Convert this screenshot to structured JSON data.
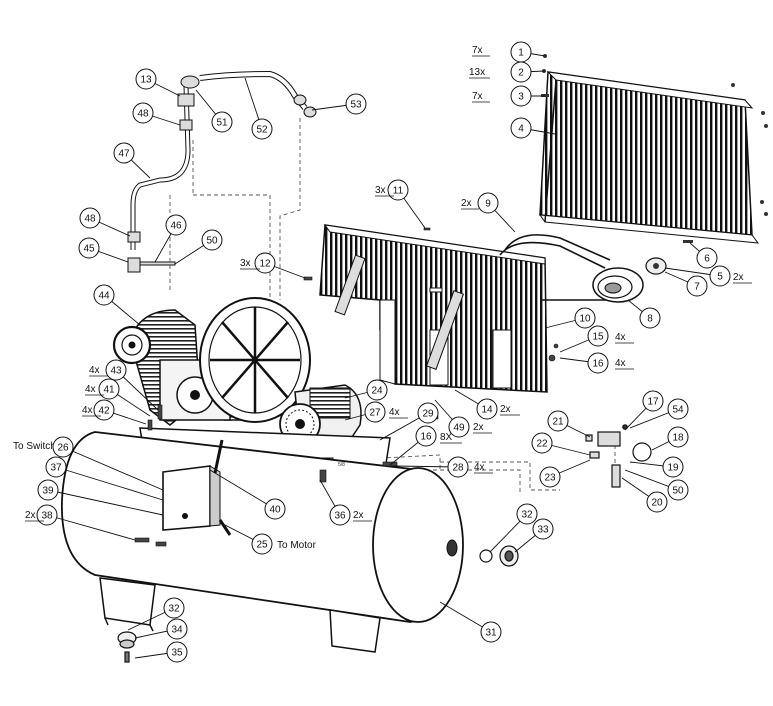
{
  "labels": {
    "to_switch": "To Switch",
    "to_motor": "To Motor",
    "small_tag": "5/8"
  },
  "callouts": [
    {
      "num": "1",
      "qty": "7x"
    },
    {
      "num": "2",
      "qty": "13x"
    },
    {
      "num": "3",
      "qty": "7x"
    },
    {
      "num": "4",
      "qty": ""
    },
    {
      "num": "5",
      "qty": "2x"
    },
    {
      "num": "6",
      "qty": ""
    },
    {
      "num": "7",
      "qty": ""
    },
    {
      "num": "8",
      "qty": ""
    },
    {
      "num": "9",
      "qty": "2x"
    },
    {
      "num": "10",
      "qty": ""
    },
    {
      "num": "11",
      "qty": "3x"
    },
    {
      "num": "12",
      "qty": "3x"
    },
    {
      "num": "13",
      "qty": ""
    },
    {
      "num": "14",
      "qty": "2x"
    },
    {
      "num": "15",
      "qty": "4x"
    },
    {
      "num": "16",
      "qty": "4x"
    },
    {
      "num": "16",
      "qty": "8X"
    },
    {
      "num": "17",
      "qty": ""
    },
    {
      "num": "18",
      "qty": ""
    },
    {
      "num": "19",
      "qty": ""
    },
    {
      "num": "20",
      "qty": ""
    },
    {
      "num": "21",
      "qty": ""
    },
    {
      "num": "22",
      "qty": ""
    },
    {
      "num": "23",
      "qty": ""
    },
    {
      "num": "24",
      "qty": ""
    },
    {
      "num": "25",
      "qty": ""
    },
    {
      "num": "26",
      "qty": ""
    },
    {
      "num": "27",
      "qty": "4x"
    },
    {
      "num": "28",
      "qty": "4x"
    },
    {
      "num": "29",
      "qty": ""
    },
    {
      "num": "31",
      "qty": ""
    },
    {
      "num": "32",
      "qty": ""
    },
    {
      "num": "32",
      "qty": ""
    },
    {
      "num": "33",
      "qty": ""
    },
    {
      "num": "34",
      "qty": ""
    },
    {
      "num": "35",
      "qty": ""
    },
    {
      "num": "36",
      "qty": "2x"
    },
    {
      "num": "37",
      "qty": ""
    },
    {
      "num": "38",
      "qty": "2x"
    },
    {
      "num": "39",
      "qty": ""
    },
    {
      "num": "40",
      "qty": ""
    },
    {
      "num": "41",
      "qty": "4x"
    },
    {
      "num": "42",
      "qty": "4x"
    },
    {
      "num": "43",
      "qty": "4x"
    },
    {
      "num": "44",
      "qty": ""
    },
    {
      "num": "45",
      "qty": ""
    },
    {
      "num": "46",
      "qty": ""
    },
    {
      "num": "47",
      "qty": ""
    },
    {
      "num": "48",
      "qty": ""
    },
    {
      "num": "48",
      "qty": ""
    },
    {
      "num": "49",
      "qty": "2x"
    },
    {
      "num": "50",
      "qty": ""
    },
    {
      "num": "50",
      "qty": ""
    },
    {
      "num": "51",
      "qty": ""
    },
    {
      "num": "52",
      "qty": ""
    },
    {
      "num": "53",
      "qty": ""
    },
    {
      "num": "54",
      "qty": ""
    }
  ]
}
